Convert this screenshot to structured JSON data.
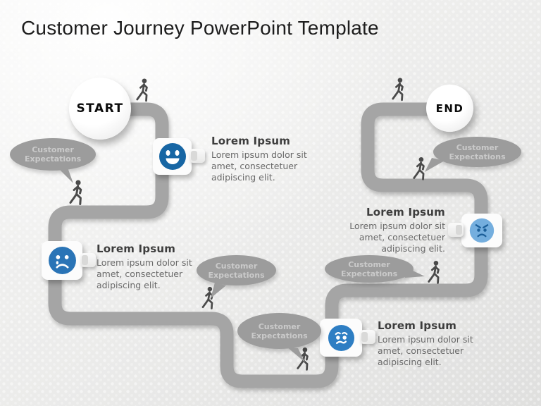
{
  "slide": {
    "title": "Customer Journey PowerPoint Template"
  },
  "journey": {
    "start_label": "START",
    "end_label": "END",
    "bubble_label": "Customer Expectations",
    "steps": [
      {
        "mood": "happy",
        "heading": "Lorem Ipsum",
        "body": "Lorem ipsum dolor sit amet, consectetuer adipiscing elit."
      },
      {
        "mood": "sad",
        "heading": "Lorem Ipsum",
        "body": "Lorem ipsum dolor sit amet, consectetuer adipiscing elit."
      },
      {
        "mood": "annoyed",
        "heading": "Lorem Ipsum",
        "body": "Lorem ipsum dolor sit amet, consectetuer adipiscing elit."
      },
      {
        "mood": "worried",
        "heading": "Lorem Ipsum",
        "body": "Lorem ipsum dolor sit amet, consectetuer adipiscing elit."
      }
    ]
  },
  "icons": {
    "walking_person": "pedestrian pictogram",
    "happy_face": "blue smiling face",
    "sad_face": "blue sad face with tear",
    "annoyed_face": "light blue angry face",
    "worried_face": "blue worried face"
  },
  "colors": {
    "road": "#a5a5a5",
    "bubble": "#9c9c9c",
    "bubble_text": "#cacaca",
    "person": "#4a4a4a",
    "happy_face": "#1766a4",
    "sad_face": "#2a74b6",
    "annoyed_face": "#74aede",
    "annoyed_features": "#1c5f99",
    "worried_face": "#2e7ec3"
  }
}
